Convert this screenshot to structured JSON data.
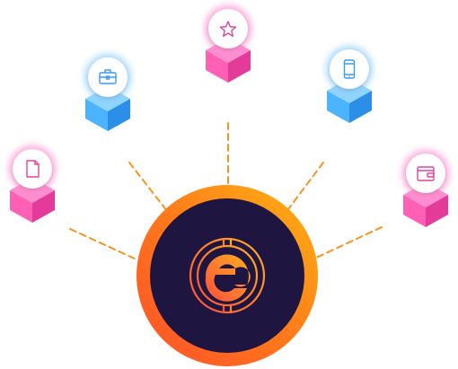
{
  "diagram": {
    "hub": {
      "logo_glyph": "e",
      "logo_icon": "coin-e-logo-icon",
      "colors": {
        "ring_start": "#ff4e2a",
        "ring_mid": "#ff7a1a",
        "ring_end": "#ffb414",
        "center_fill": "#1e1640",
        "logo_start": "#ff4e3a",
        "logo_end": "#ffb020"
      }
    },
    "connector_color": "#f7931e",
    "nodes": [
      {
        "id": "document",
        "icon": "document-icon",
        "cube_color": "pink"
      },
      {
        "id": "briefcase",
        "icon": "briefcase-icon",
        "cube_color": "blue"
      },
      {
        "id": "star",
        "icon": "star-icon",
        "cube_color": "pink"
      },
      {
        "id": "mobile",
        "icon": "mobile-phone-icon",
        "cube_color": "blue"
      },
      {
        "id": "wallet",
        "icon": "wallet-icon",
        "cube_color": "pink"
      }
    ],
    "palette": {
      "pink": {
        "top": "#ff8ed0",
        "left": "#ff5fb4",
        "right": "#e43b9a",
        "glow": "#ff8fd0",
        "icon": "#e0449b"
      },
      "blue": {
        "top": "#8fd4ff",
        "left": "#4cb4ff",
        "right": "#2b8fe8",
        "glow": "#8fd0ff",
        "icon": "#3a9af0"
      }
    }
  }
}
